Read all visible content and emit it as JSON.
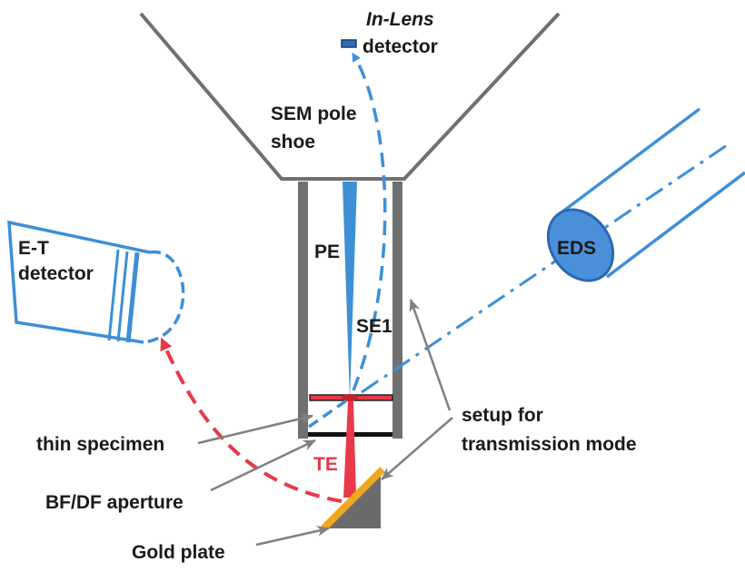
{
  "labels": {
    "inlens_title": "In-Lens",
    "inlens_detector": "detector",
    "pole_shoe_1": "SEM pole",
    "pole_shoe_2": "shoe",
    "et_1": "E-T",
    "et_2": "detector",
    "pe": "PE",
    "se1": "SE1",
    "eds": "EDS",
    "te": "TE",
    "setup_1": "setup for",
    "setup_2": "transmission mode",
    "thin_specimen": "thin specimen",
    "aperture": "BF/DF aperture",
    "gold_plate": "Gold plate"
  },
  "colors": {
    "structure": "#707070",
    "blue": "#3d8fd6",
    "blue_fill": "#4a90d9",
    "red": "#e8384a",
    "gold": "#f0a820",
    "text": "#1a1a1a"
  }
}
